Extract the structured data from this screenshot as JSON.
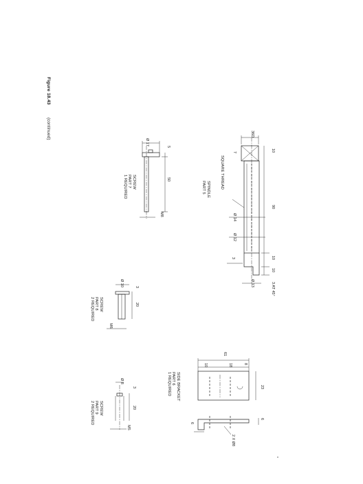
{
  "figure": {
    "label": "Figure 18.43",
    "status": "(continued)"
  },
  "parts": {
    "screw_part7": {
      "lines": [
        "SCREW",
        "PART 7",
        "1 REQUIRED"
      ],
      "dims": [
        "Ø 17",
        "5",
        "50",
        "M8"
      ]
    },
    "spindle": {
      "lines": [
        "SPINDLE",
        "PART 5"
      ],
      "square_label": "SQUARE THREAD",
      "dims": [
        "36D",
        "10",
        "7",
        "90",
        "Ø 14",
        "Ø 12",
        "10",
        "10",
        "3",
        "Ø 13",
        "3 AT 45°"
      ]
    },
    "screw_part8": {
      "lines": [
        "SCREW",
        "PART 8",
        "2 REQUIRED"
      ],
      "dims": [
        "Ø 10",
        "3",
        "20",
        "M6"
      ]
    },
    "side_bracket": {
      "lines": [
        "SIDE BRACKET",
        "PART 6",
        "1 REQUIRED"
      ],
      "dims": [
        "61",
        "10",
        "18",
        "8",
        "23",
        "6",
        "2 X Ø8",
        "6"
      ]
    },
    "screw_part9": {
      "lines": [
        "SCREW",
        "PART 9",
        "2 REQUIRED"
      ],
      "dims": [
        "Ø 8",
        "3",
        "20",
        "M5"
      ]
    }
  }
}
